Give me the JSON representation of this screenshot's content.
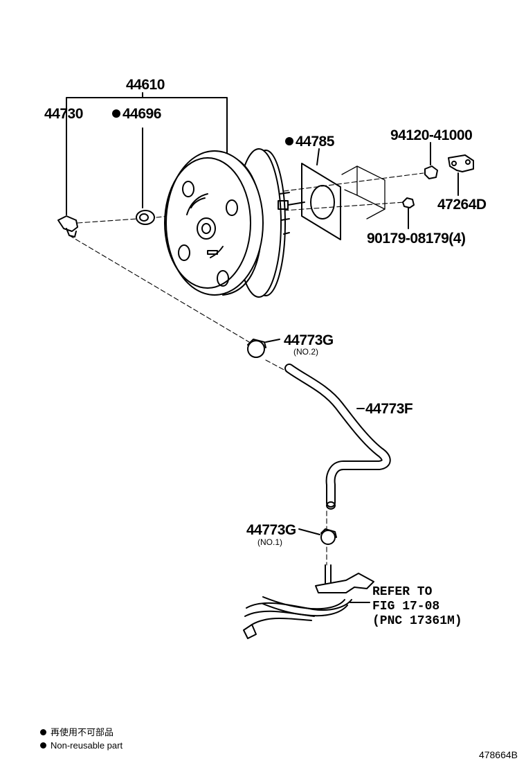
{
  "labels": {
    "booster_assy": "44610",
    "check_valve": "44730",
    "grommet": "44696",
    "gasket": "44785",
    "nut_upper": "94120-41000",
    "bracket": "47264D",
    "nut_lower": "90179-08179(4)",
    "clamp_no2": "44773G",
    "clamp_no2_sub": "(NO.2)",
    "hose": "44773F",
    "clamp_no1": "44773G",
    "clamp_no1_sub": "(NO.1)"
  },
  "refer": {
    "line1": "REFER TO",
    "line2": "FIG 17-08",
    "line3": "(PNC 17361M)"
  },
  "legend": {
    "line1": "再使用不可部品",
    "line2": "Non-reusable part"
  },
  "figure_number": "478664B"
}
